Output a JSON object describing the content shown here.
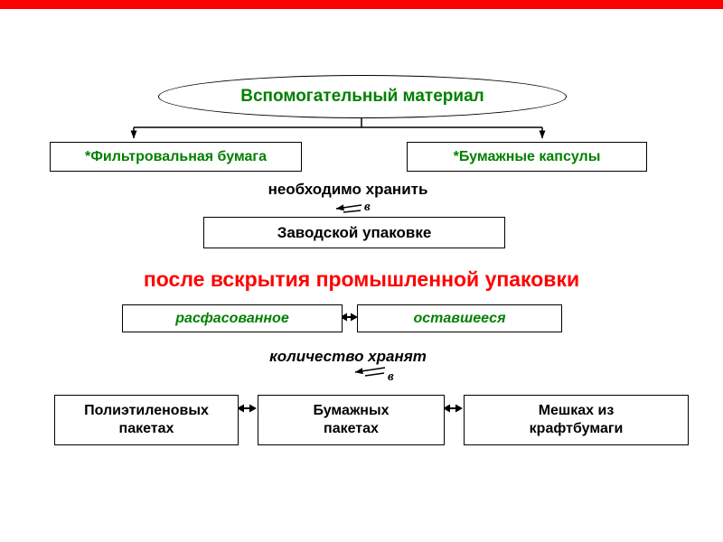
{
  "colors": {
    "accent_red": "#ff0000",
    "text_green": "#008000",
    "line_black": "#000000"
  },
  "ellipse": {
    "label": "Вспомогательный материал"
  },
  "materials": {
    "filter_paper": "*Фильтровальная бумага",
    "paper_capsules": "*Бумажные капсулы"
  },
  "storage": {
    "caption": "необходимо хранить",
    "in_label": "в",
    "box": "Заводской упаковке"
  },
  "after_opening": {
    "caption": "после вскрытия промышленной упаковки",
    "portioned": "расфасованное",
    "remaining": "оставшееся"
  },
  "quantity": {
    "caption": "количество хранят",
    "in_label": "в",
    "containers": [
      {
        "line1": "Полиэтиленовых",
        "line2": "пакетах"
      },
      {
        "line1": "Бумажных",
        "line2": "пакетах"
      },
      {
        "line1": "Мешках из",
        "line2": "крафтбумаги"
      }
    ]
  }
}
